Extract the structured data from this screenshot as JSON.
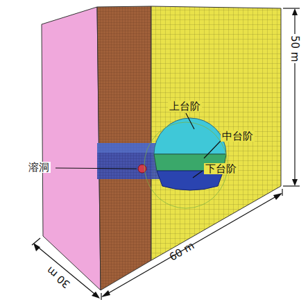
{
  "diagram": {
    "labels": [
      "溶洞",
      "上台阶",
      "中台阶",
      "下台阶",
      "50 m",
      "60 m",
      "30 m"
    ]
  }
}
